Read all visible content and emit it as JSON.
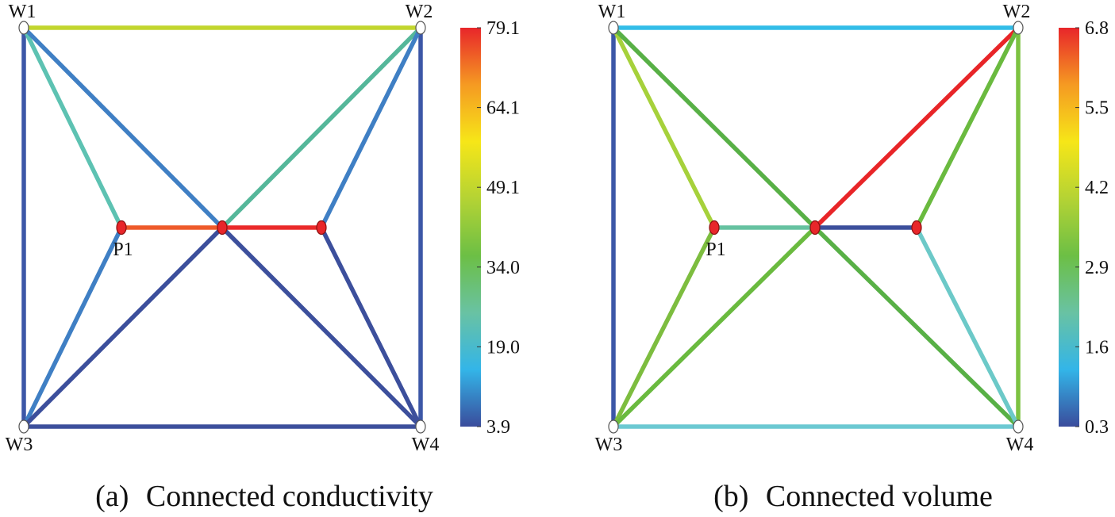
{
  "panels": [
    {
      "id": "a",
      "caption_letter": "(a)",
      "caption_text": "Connected conductivity",
      "colorbar": {
        "ticks": [
          "79.1",
          "64.1",
          "49.1",
          "34.0",
          "19.0",
          "3.9"
        ],
        "min": 3.9,
        "max": 79.1
      },
      "nodes": {
        "W1": {
          "label": "W1",
          "type": "well"
        },
        "W2": {
          "label": "W2",
          "type": "well"
        },
        "W3": {
          "label": "W3",
          "type": "well"
        },
        "W4": {
          "label": "W4",
          "type": "well"
        },
        "P1": {
          "label": "P1",
          "type": "control"
        },
        "C": {
          "label": "",
          "type": "control"
        },
        "R": {
          "label": "",
          "type": "control"
        }
      },
      "edges": [
        {
          "from": "W1",
          "to": "W2",
          "color": "#c2d62e"
        },
        {
          "from": "W1",
          "to": "W3",
          "color": "#3c57a7"
        },
        {
          "from": "W2",
          "to": "W4",
          "color": "#3c57a7"
        },
        {
          "from": "W3",
          "to": "W4",
          "color": "#3c4f9c"
        },
        {
          "from": "W1",
          "to": "P1",
          "color": "#5dc2b2"
        },
        {
          "from": "W1",
          "to": "C",
          "color": "#3f7fc4"
        },
        {
          "from": "W2",
          "to": "C",
          "color": "#55b79a"
        },
        {
          "from": "W2",
          "to": "R",
          "color": "#3f7fc4"
        },
        {
          "from": "W3",
          "to": "P1",
          "color": "#3f7fc4"
        },
        {
          "from": "W3",
          "to": "C",
          "color": "#3c4f9c"
        },
        {
          "from": "W4",
          "to": "C",
          "color": "#3c4f9c"
        },
        {
          "from": "W4",
          "to": "R",
          "color": "#3c4f9c"
        },
        {
          "from": "P1",
          "to": "C",
          "color": "#ee5a2a"
        },
        {
          "from": "C",
          "to": "R",
          "color": "#ea2a2a"
        }
      ]
    },
    {
      "id": "b",
      "caption_letter": "(b)",
      "caption_text": "Connected volume",
      "colorbar": {
        "ticks": [
          "6.8",
          "5.5",
          "4.2",
          "2.9",
          "1.6",
          "0.3"
        ],
        "min": 0.3,
        "max": 6.8
      },
      "nodes": {
        "W1": {
          "label": "W1",
          "type": "well"
        },
        "W2": {
          "label": "W2",
          "type": "well"
        },
        "W3": {
          "label": "W3",
          "type": "well"
        },
        "W4": {
          "label": "W4",
          "type": "well"
        },
        "P1": {
          "label": "P1",
          "type": "control"
        },
        "C": {
          "label": "",
          "type": "control"
        },
        "R": {
          "label": "",
          "type": "control"
        }
      },
      "edges": [
        {
          "from": "W1",
          "to": "W2",
          "color": "#33bde8"
        },
        {
          "from": "W1",
          "to": "W3",
          "color": "#3c57a7"
        },
        {
          "from": "W2",
          "to": "W4",
          "color": "#7cc241"
        },
        {
          "from": "W3",
          "to": "W4",
          "color": "#6cc9d2"
        },
        {
          "from": "W1",
          "to": "P1",
          "color": "#a6d13b"
        },
        {
          "from": "W1",
          "to": "C",
          "color": "#58b046"
        },
        {
          "from": "W2",
          "to": "C",
          "color": "#e82528"
        },
        {
          "from": "W2",
          "to": "R",
          "color": "#6aba3f"
        },
        {
          "from": "W3",
          "to": "P1",
          "color": "#7dbd3f"
        },
        {
          "from": "W3",
          "to": "C",
          "color": "#6aba3f"
        },
        {
          "from": "W4",
          "to": "C",
          "color": "#58b046"
        },
        {
          "from": "W4",
          "to": "R",
          "color": "#6cc9c8"
        },
        {
          "from": "P1",
          "to": "C",
          "color": "#66c2a0"
        },
        {
          "from": "C",
          "to": "R",
          "color": "#3c4f9c"
        }
      ]
    }
  ],
  "colors": {
    "node_well_fill": "#ffffff",
    "node_well_stroke": "#555555",
    "node_control_fill": "#e8262a",
    "node_control_stroke": "#8a1010",
    "colorbar_stops": [
      "#3a4c9c",
      "#33b5e8",
      "#69c2a3",
      "#6cbf45",
      "#b4d334",
      "#f6e618",
      "#f59a22",
      "#e8262a"
    ]
  }
}
